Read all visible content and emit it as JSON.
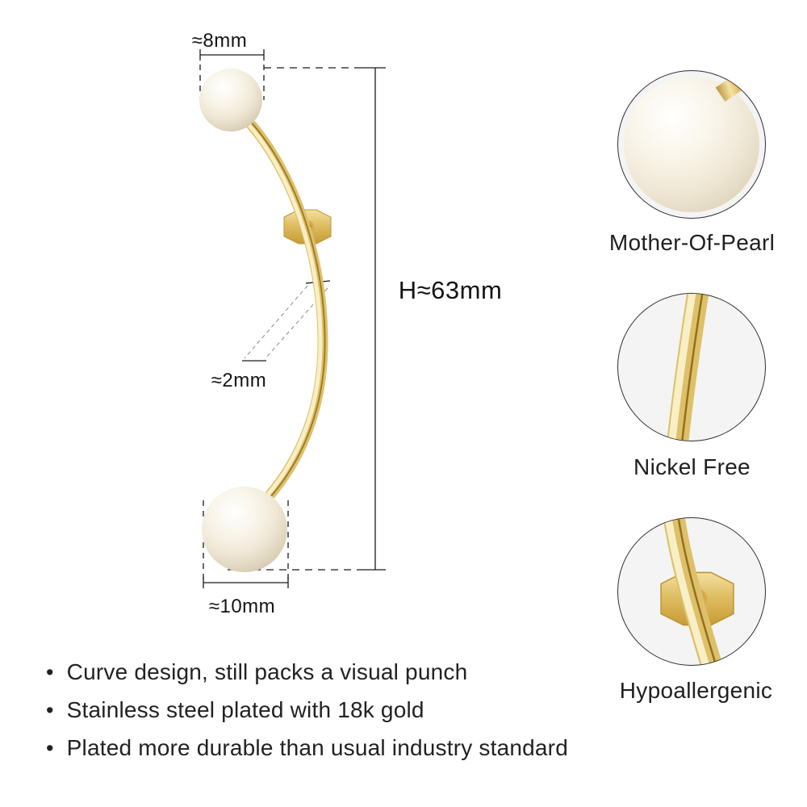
{
  "measurements": {
    "top_pearl_diameter": "≈8mm",
    "bar_thickness": "≈2mm",
    "bottom_pearl_diameter": "≈10mm",
    "total_height": "H≈63mm"
  },
  "callouts": {
    "pearl": "Mother-Of-Pearl",
    "bar": "Nickel Free",
    "back": "Hypoallergenic"
  },
  "features": {
    "bullet": "•",
    "item1": "Curve design, still packs a visual punch",
    "item2": "Stainless steel plated with 18k gold",
    "item3": "Plated more durable than usual industry standard"
  },
  "colors": {
    "gold": "#dfc06a",
    "gold_light": "#f9efc7",
    "gold_dark": "#93701c",
    "pearl_base": "#f2ecdd",
    "pearl_shadow": "#cfc3a6",
    "dimension_line": "#1a1a1a",
    "callout_background": "#f4f4f4"
  }
}
